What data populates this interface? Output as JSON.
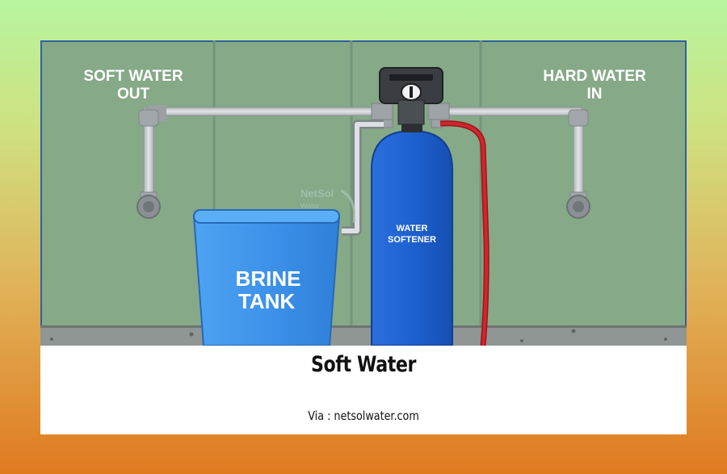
{
  "diagram": {
    "labels": {
      "soft_water_line1": "SOFT WATER",
      "soft_water_line2": "OUT",
      "hard_water_line1": "HARD WATER",
      "hard_water_line2": "IN",
      "brine_line1": "BRINE",
      "brine_line2": "TANK",
      "softener_line1": "WATER",
      "softener_line2": "SOFTENER",
      "watermark_line1": "NetSol",
      "watermark_line2": "Water"
    },
    "colors": {
      "wall": "#86a988",
      "pipe": "#c9cdd0",
      "brine_tank": "#3b8ee8",
      "softener_tank": "#1c5fcf",
      "hose": "#d0262d"
    }
  },
  "caption": {
    "title": "Soft Water",
    "source": "Via : netsolwater.com"
  }
}
